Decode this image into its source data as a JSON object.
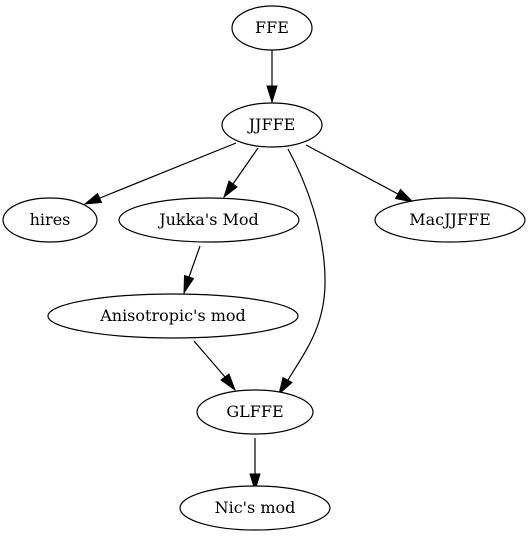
{
  "diagram": {
    "type": "directed-graph",
    "nodes": [
      {
        "id": "ffe",
        "label": "FFE"
      },
      {
        "id": "jjffe",
        "label": "JJFFE"
      },
      {
        "id": "hires",
        "label": "hires"
      },
      {
        "id": "jukka",
        "label": "Jukka's Mod"
      },
      {
        "id": "macjjffe",
        "label": "MacJJFFE"
      },
      {
        "id": "aniso",
        "label": "Anisotropic's mod"
      },
      {
        "id": "glffe",
        "label": "GLFFE"
      },
      {
        "id": "nic",
        "label": "Nic's mod"
      }
    ],
    "edges": [
      {
        "from": "ffe",
        "to": "jjffe"
      },
      {
        "from": "jjffe",
        "to": "hires"
      },
      {
        "from": "jjffe",
        "to": "jukka"
      },
      {
        "from": "jjffe",
        "to": "glffe"
      },
      {
        "from": "jjffe",
        "to": "macjjffe"
      },
      {
        "from": "jukka",
        "to": "aniso"
      },
      {
        "from": "aniso",
        "to": "glffe"
      },
      {
        "from": "glffe",
        "to": "nic"
      }
    ]
  }
}
